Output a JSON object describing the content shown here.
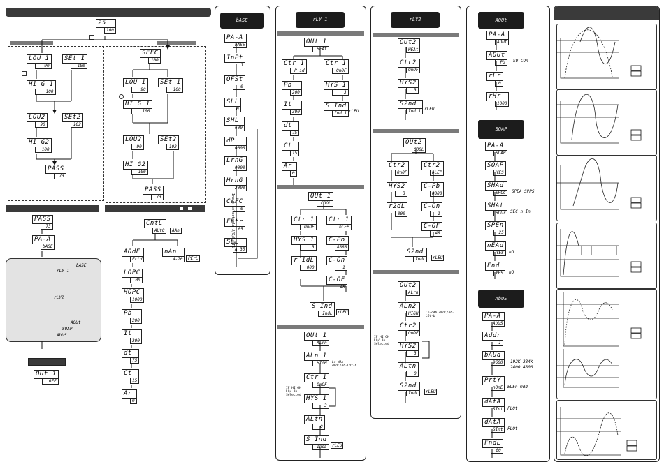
{
  "left": {
    "top": {
      "t": "25",
      "b": "100"
    },
    "loop_a": [
      {
        "t": "LOU 1",
        "b": "90"
      },
      {
        "t": "SEt 1",
        "b": "100"
      },
      {
        "t": "HI G 1",
        "b": "100"
      },
      {
        "t": "LOU2",
        "b": "90"
      },
      {
        "t": "SEt2",
        "b": "102"
      },
      {
        "t": "HI G2",
        "b": "100"
      },
      {
        "t": "PASS",
        "b": "73"
      }
    ],
    "loop_b": [
      {
        "t": "SEEC",
        "b": "100"
      },
      {
        "t": "LOU 1",
        "b": "90"
      },
      {
        "t": "SEt 1",
        "b": "100"
      },
      {
        "t": "HI G 1",
        "b": "100"
      },
      {
        "t": "LOU2",
        "b": "90"
      },
      {
        "t": "SEt2",
        "b": "102"
      },
      {
        "t": "HI G2",
        "b": "100"
      },
      {
        "t": "PASS",
        "b": "73"
      }
    ],
    "pass": {
      "t": "PASS",
      "b": "73"
    },
    "para": {
      "t": "PA-A",
      "b": "bASE"
    },
    "lcd": [
      "bASE",
      "rLY 1",
      "rLY2",
      "AOUt",
      "SOAP",
      "AbUS"
    ],
    "out1": {
      "t": "OUt 1",
      "b": "OFF"
    },
    "cntl": {
      "t": "CntL",
      "b": "AUtO",
      "side": "AAn"
    },
    "node": {
      "t": "AOdE",
      "b": "Frtd",
      "side_t": "nAn",
      "side_b": "4-20",
      "side_c": "PErL"
    },
    "chain": [
      {
        "t": "LOPC",
        "b": "00"
      },
      {
        "t": "HOPC",
        "b": "1000"
      },
      {
        "t": "Pb",
        "b": "200"
      },
      {
        "t": "It",
        "b": "300"
      },
      {
        "t": "dt",
        "b": "75"
      },
      {
        "t": "Ct",
        "b": "15"
      },
      {
        "t": "Ar",
        "b": "0"
      }
    ]
  },
  "base": {
    "header": "bASE",
    "items": [
      {
        "t": "PA-A",
        "b": "bASE"
      },
      {
        "t": "InPt",
        "b": "J"
      },
      {
        "t": "OFSt",
        "b": "0"
      },
      {
        "t": "SLL",
        "b": "0"
      },
      {
        "t": "SHL",
        "b": "600"
      },
      {
        "t": "dP",
        "b": "0000"
      },
      {
        "t": "LrnG",
        "b": "0000"
      },
      {
        "t": "HrnG",
        "b": "2000"
      },
      {
        "t": "CrFC",
        "b": "0"
      },
      {
        "t": "FLtr",
        "b": "05"
      },
      {
        "t": "SLL",
        "b": "A 35"
      }
    ],
    "vertical_note": "Input selectable J/K/R/PT1"
  },
  "rly1": {
    "header": "rLY 1",
    "sec1": {
      "out": {
        "t": "OUt 1",
        "b": "HEAt"
      },
      "ctr_a": {
        "t": "Ctr 1",
        "b": "P id"
      },
      "ctr_b": {
        "t": "Ctr 1",
        "b": "OnOF"
      },
      "pb": {
        "t": "Pb",
        "b": "200"
      },
      "hys": {
        "t": "HYS 1",
        "b": "3"
      },
      "it": {
        "t": "It",
        "b": "300"
      },
      "sind": {
        "t": "S Ind",
        "b": "Ind 1"
      },
      "sind_side": "rLEU",
      "dt": {
        "t": "dt",
        "b": "75"
      },
      "ct": {
        "t": "Ct",
        "b": "15"
      },
      "ar": {
        "t": "Ar",
        "b": "0"
      }
    },
    "sec2": {
      "out": {
        "t": "OUt 1",
        "b": "COOL"
      },
      "ctr_a": {
        "t": "Ctr 1",
        "b": "OnOF"
      },
      "ctr_b": {
        "t": "Ctr 1",
        "b": "bLEP"
      },
      "hys": {
        "t": "HYS 1",
        "b": "3"
      },
      "cpb": {
        "t": "C-Pb",
        "b": "8888"
      },
      "ridl": {
        "t": "r IdL",
        "b": "000"
      },
      "con": {
        "t": "C-On",
        "b": "1"
      },
      "cof": {
        "t": "C-OF",
        "b": "48"
      },
      "sind": {
        "t": "S Ind",
        "b": "IndL"
      },
      "sind_side": "rLEU"
    },
    "sec3": {
      "out": {
        "t": "OUt 1",
        "b": "ALrn"
      },
      "aln": {
        "t": "ALn 1",
        "b": "HIGH"
      },
      "aln_note": "Ln-dAb-dLOL/Ab-LOt-b",
      "ctr": {
        "t": "Ctr 1",
        "b": "OnOF"
      },
      "hys": {
        "t": "HYS 1",
        "b": "3"
      },
      "note": "IF HI GH LO/ Ab Selected",
      "alt": {
        "t": "ALtn",
        "b": "0"
      },
      "sind": {
        "t": "S Ind",
        "b": "IndL"
      },
      "sind_side": "rLEU"
    }
  },
  "rly2": {
    "header": "rLY2",
    "sec1": {
      "out": {
        "t": "OUt2",
        "b": "HEAt"
      },
      "ctr": {
        "t": "Ctr2",
        "b": "OnOF"
      },
      "hys": {
        "t": "HYS2",
        "b": "3"
      },
      "sind": {
        "t": "S2nd",
        "b": "Ind 1"
      },
      "sind_side": "rLEU"
    },
    "sec2": {
      "out": {
        "t": "OUt2",
        "b": "COOL"
      },
      "ctr_a": {
        "t": "Ctr2",
        "b": "OnOF"
      },
      "ctr_b": {
        "t": "Ctr2",
        "b": "bLEP"
      },
      "hys": {
        "t": "HYS2",
        "b": "3"
      },
      "cpb": {
        "t": "C-Pb",
        "b": "8888"
      },
      "r2dl": {
        "t": "r2dL",
        "b": "000"
      },
      "con": {
        "t": "C-On",
        "b": "1"
      },
      "cof": {
        "t": "C-OF",
        "b": "48"
      },
      "sind": {
        "t": "S2nd",
        "b": "IndL"
      },
      "sind_side": "rLEU"
    },
    "sec3": {
      "out": {
        "t": "OUt2",
        "b": "ALrn"
      },
      "aln": {
        "t": "ALn2",
        "b": "HIGH"
      },
      "aln_note": "Ln-dAb-dLOL/Ab-LOt-b",
      "ctr": {
        "t": "Ctr2",
        "b": "OnOF"
      },
      "hys": {
        "t": "HYS2",
        "b": "3"
      },
      "note": "IF HI GH LO/ Ab Selected",
      "alt": {
        "t": "ALtn",
        "b": "0"
      },
      "sind": {
        "t": "S2nd",
        "b": "IndL"
      },
      "sind_side": "rLEU"
    }
  },
  "right": {
    "aout_header": "AOUt",
    "aout": [
      {
        "t": "PA-A",
        "b": "AOUt"
      },
      {
        "t": "AOUt",
        "b": "PU",
        "side": "SU COn"
      },
      {
        "t": "rLr",
        "b": "0"
      },
      {
        "t": "rHr",
        "b": "1000"
      }
    ],
    "soak_header": "SOAP",
    "soak": [
      {
        "t": "PA-A",
        "b": "SOAP"
      },
      {
        "t": "SOAP",
        "b": "YES"
      },
      {
        "t": "SHAd",
        "b": "SPCC",
        "side": "SPEA SPPS"
      },
      {
        "t": "SHAt",
        "b": "HOUr",
        "side": "SEC n In"
      },
      {
        "t": "SPEn",
        "b": "25"
      },
      {
        "t": "nEAd",
        "b": "YES",
        "side": "nO"
      },
      {
        "t": "End",
        "b": "YES",
        "side": "nO"
      }
    ],
    "abus_header": "AbUS",
    "abus": [
      {
        "t": "PA-A",
        "b": "AbUS"
      },
      {
        "t": "Addr",
        "b": "1"
      },
      {
        "t": "bAUd",
        "b": "9600",
        "side": "192K 384K",
        "side2": "2400 4800"
      },
      {
        "t": "PrtY",
        "b": "nOnE",
        "side": "EUEn Odd"
      },
      {
        "t": "dAtA",
        "b": "SInt",
        "side": "FLOt"
      },
      {
        "t": "dAtA",
        "b": "SInt",
        "side": "FLOt"
      },
      {
        "t": "FndL",
        "b": "00"
      }
    ]
  }
}
